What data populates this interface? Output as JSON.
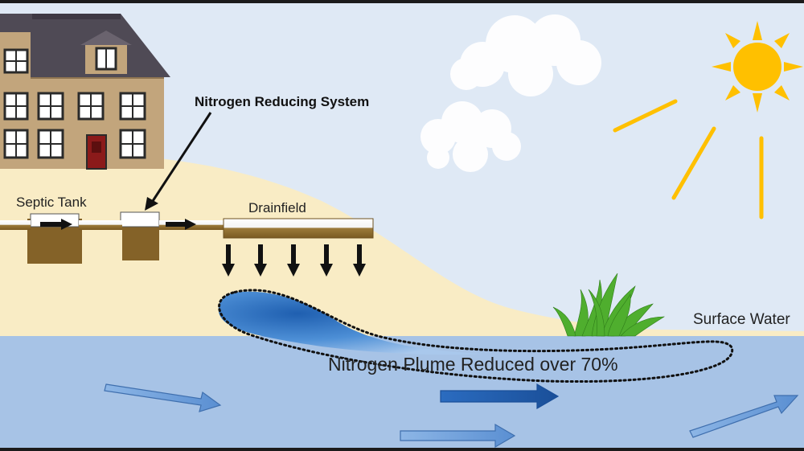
{
  "labels": {
    "system": "Nitrogen Reducing System",
    "septic_tank": "Septic Tank",
    "drainfield": "Drainfield",
    "surface_water": "Surface Water",
    "plume": "Nitrogen Plume Reduced over 70%"
  },
  "colors": {
    "sky": "#dfe9f5",
    "sand": "#f9ecc5",
    "groundwater": "#a7c3e6",
    "house_wall": "#c2a57c",
    "roof": "#55505a",
    "tank": "#846228",
    "plume": "#2e73c4",
    "sun": "#ffc000",
    "flow_arrow": "#6f9fd8",
    "grass": "#4fae2e"
  },
  "icons": [
    "house-icon",
    "cloud-icon",
    "sun-icon",
    "grass-icon",
    "flow-arrow-icon",
    "down-arrow-icon"
  ]
}
